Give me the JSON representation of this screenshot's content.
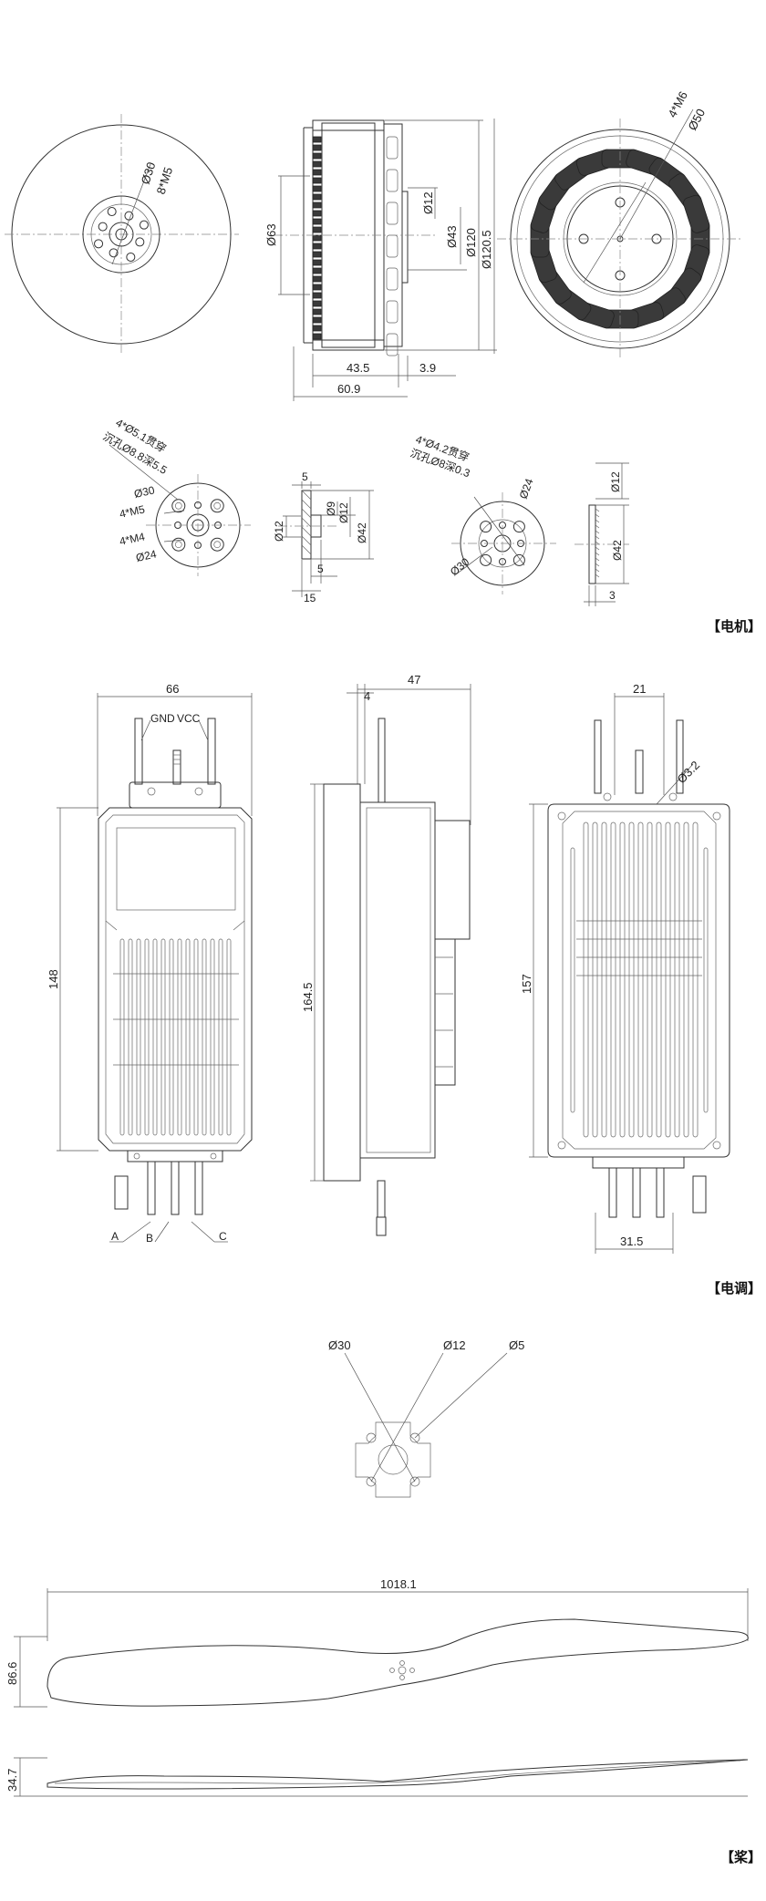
{
  "sections": {
    "motor": "【电机】",
    "esc": "【电调】",
    "prop": "【桨】"
  },
  "motor": {
    "front": {
      "d30": "Ø30",
      "m5": "8*M5"
    },
    "side": {
      "d63": "Ø63",
      "d12": "Ø12",
      "d43": "Ø43",
      "d120": "Ø120",
      "d1205": "Ø120.5",
      "w435": "43.5",
      "w39": "3.9",
      "w609": "60.9"
    },
    "rear": {
      "m6": "4*M6",
      "d50": "Ø50"
    },
    "flange1": {
      "hole": "4*Ø5.1贯穿",
      "cbore": "沉孔Ø8.8深5.5",
      "d30": "Ø30",
      "m5": "4*M5",
      "m4": "4*M4",
      "d24": "Ø24"
    },
    "flange1side": {
      "w5a": "5",
      "d9": "Ø9",
      "d12a": "Ø12",
      "d12b": "Ø12",
      "d42": "Ø42",
      "w5b": "5",
      "w15": "15"
    },
    "flange2": {
      "hole": "4*Ø4.2贯穿",
      "cbore": "沉孔Ø8深0.3",
      "d24": "Ø24",
      "d30": "Ø30"
    },
    "flange2side": {
      "d12": "Ø12",
      "d42": "Ø42",
      "w3": "3"
    }
  },
  "esc": {
    "front": {
      "w66": "66",
      "gnd": "GND",
      "vcc": "VCC",
      "h148": "148",
      "a": "A",
      "b": "B",
      "c": "C"
    },
    "side": {
      "w4": "4",
      "w47": "47",
      "h1645": "164.5"
    },
    "back": {
      "w21": "21",
      "d32": "Ø3.2",
      "h157": "157",
      "w315": "31.5"
    }
  },
  "prop": {
    "hub": {
      "d30": "Ø30",
      "d12": "Ø12",
      "d5": "Ø5"
    },
    "top": {
      "span": "1018.1",
      "chord": "86.6"
    },
    "side": {
      "thick": "34.7"
    }
  }
}
